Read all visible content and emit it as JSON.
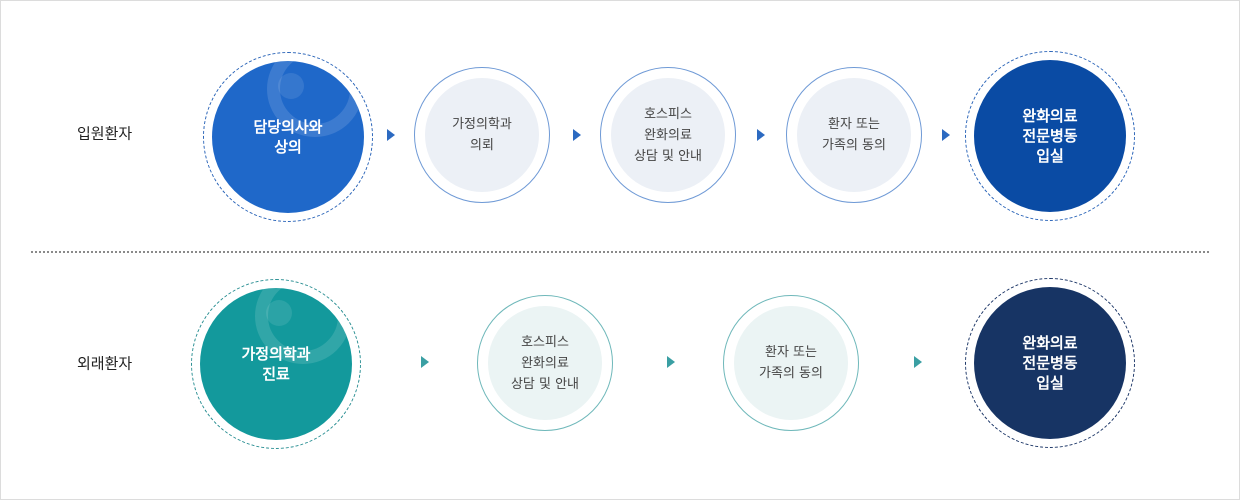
{
  "rows": [
    {
      "label": "입원환자",
      "steps": [
        {
          "text": "담당의사와\n상의",
          "style": "strong",
          "color": "#1f68c9"
        },
        {
          "text": "가정의학과\n의뢰",
          "style": "soft",
          "color": "#ecf0f6"
        },
        {
          "text": "호스피스\n완화의료\n상담 및 안내",
          "style": "soft",
          "color": "#ecf0f6"
        },
        {
          "text": "환자 또는\n가족의 동의",
          "style": "soft",
          "color": "#ecf0f6"
        },
        {
          "text": "완화의료\n전문병동\n입실",
          "style": "strong",
          "color": "#0a4ba4"
        }
      ]
    },
    {
      "label": "외래환자",
      "steps": [
        {
          "text": "가정의학과\n진료",
          "style": "strong",
          "color": "#13999c"
        },
        {
          "text": "호스피스\n완화의료\n상담 및 안내",
          "style": "soft",
          "color": "#ebf4f4"
        },
        {
          "text": "환자 또는\n가족의 동의",
          "style": "soft",
          "color": "#ebf4f4"
        },
        {
          "text": "완화의료\n전문병동\n입실",
          "style": "strong",
          "color": "#173464"
        }
      ]
    }
  ],
  "colors": {
    "row1_ring": "#2a64b8",
    "row1_soft_ring": "#6f9ad6",
    "row1_arrow": "#2c6ac1",
    "row2_ring": "#2a8f93",
    "row2_soft_ring": "#6fb8ba",
    "row2_arrow": "#3a9fa3",
    "row2_end_ring": "#1b3566"
  }
}
